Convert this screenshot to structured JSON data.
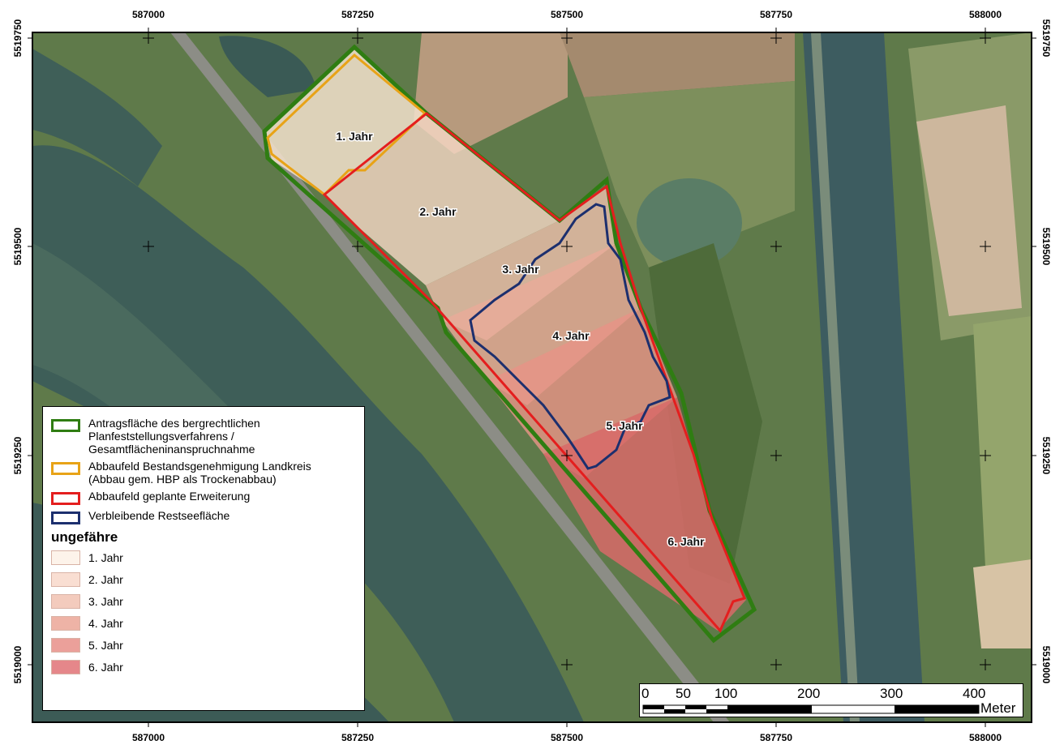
{
  "map": {
    "top_x_labels": [
      "587000",
      "587250",
      "587500",
      "587750",
      "588000"
    ],
    "bottom_x_labels": [
      "587000",
      "587250",
      "587500",
      "587750",
      "588000"
    ],
    "left_y_labels": [
      "5519750",
      "5519500",
      "5519250",
      "5519000"
    ],
    "right_y_labels": [
      "5519750",
      "5519500",
      "5519250",
      "5519000"
    ],
    "field_labels": [
      "1. Jahr",
      "2. Jahr",
      "3. Jahr",
      "4. Jahr",
      "5. Jahr",
      "6. Jahr"
    ]
  },
  "legend": {
    "items": [
      {
        "label": "Antragsfläche des bergrechtlichen\nPlanfeststellungsverfahrens /\nGesamtflächeninanspruchnahme",
        "color": "#2f7d12"
      },
      {
        "label": "Abbaufeld Bestandsgenehmigung Landkreis\n(Abbau gem. HBP als Trockenabbau)",
        "color": "#e8a317"
      },
      {
        "label": "Abbaufeld geplante Erweiterung",
        "color": "#e41e1e"
      },
      {
        "label": "Verbleibende Restseefläche",
        "color": "#1c2f6e"
      }
    ],
    "heading": "ungefähre",
    "years": [
      {
        "label": "1. Jahr",
        "color": "#fdf3ea"
      },
      {
        "label": "2. Jahr",
        "color": "#f9ded2"
      },
      {
        "label": "3. Jahr",
        "color": "#f3cbbd"
      },
      {
        "label": "4. Jahr",
        "color": "#eeb3a6"
      },
      {
        "label": "5. Jahr",
        "color": "#eba09a"
      },
      {
        "label": "6. Jahr",
        "color": "#e5878a"
      }
    ]
  },
  "scalebar": {
    "labels": [
      "0",
      "50",
      "100",
      "200",
      "300",
      "400"
    ],
    "unit": "Meter"
  }
}
